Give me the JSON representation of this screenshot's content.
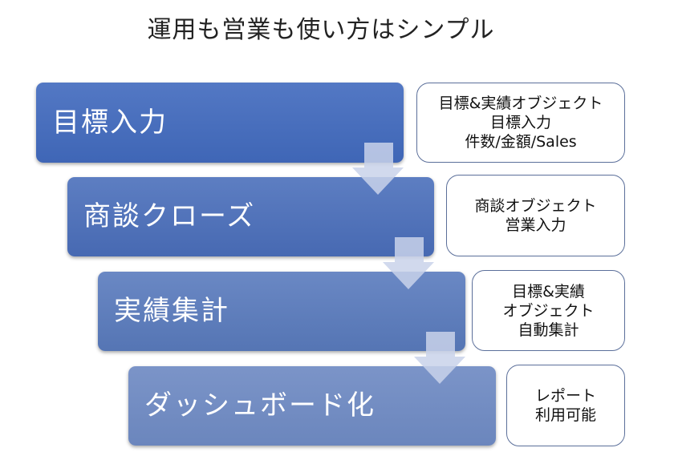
{
  "title": "運用も営業も使い方はシンプル",
  "colors": {
    "step1": "#4a70bd",
    "step2": "#5273b8",
    "step3": "#5f7ebc",
    "step4": "#728dc2",
    "arrow": "#c9d2ea",
    "callout_border": "#5b6f9a"
  },
  "steps": [
    {
      "label": "目標入力",
      "callout": [
        "目標&実績オブジェクト",
        "目標入力",
        "件数/金額/Sales"
      ]
    },
    {
      "label": "商談クローズ",
      "callout": [
        "商談オブジェクト",
        "営業入力"
      ]
    },
    {
      "label": "実績集計",
      "callout": [
        "目標&実績",
        "オブジェクト",
        "自動集計"
      ]
    },
    {
      "label": "ダッシュボード化",
      "callout": [
        "レポート",
        "利用可能"
      ]
    }
  ]
}
